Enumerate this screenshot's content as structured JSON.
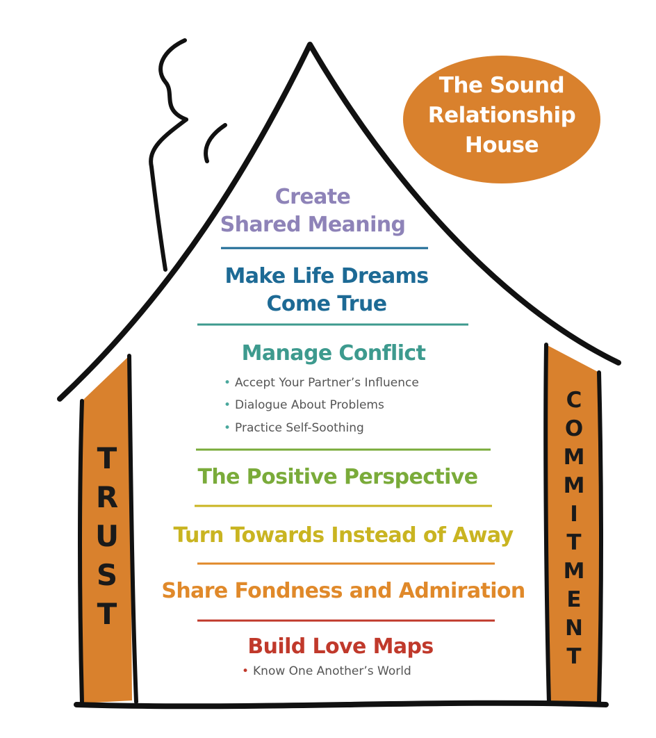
{
  "title": {
    "line1": "The Sound",
    "line2": "Relationship",
    "line3": "House"
  },
  "levels": [
    {
      "line1": "Create",
      "line2": "Shared Meaning",
      "color": "#8e83b8"
    },
    {
      "line1": "Make Life Dreams",
      "line2": "Come True",
      "color": "#1d6a95"
    },
    {
      "line1": "Manage Conflict",
      "color": "#3d9a8e",
      "items": [
        "Accept Your Partner’s Influence",
        "Dialogue About Problems",
        "Practice Self-Soothing"
      ]
    },
    {
      "line1": "The Positive Perspective",
      "color": "#7aab3a"
    },
    {
      "line1": "Turn Towards Instead of Away",
      "color": "#c9b421"
    },
    {
      "line1": "Share Fondness and Admiration",
      "color": "#e0892a"
    },
    {
      "line1": "Build Love Maps",
      "color": "#c0392b",
      "items": [
        "Know One Another’s World"
      ]
    }
  ],
  "pillars": {
    "left": [
      "T",
      "R",
      "U",
      "S",
      "T"
    ],
    "right": [
      "C",
      "O",
      "M",
      "M",
      "I",
      "T",
      "M",
      "E",
      "N",
      "T"
    ],
    "color": "#d9812d"
  }
}
